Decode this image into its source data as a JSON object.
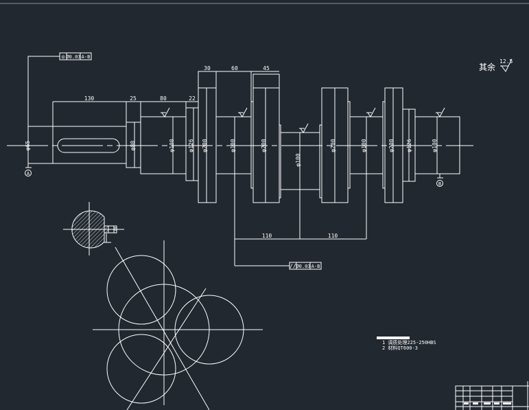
{
  "drawing": {
    "top_fcf": {
      "symbol": "◎",
      "tolerance": "Ø0.03",
      "datum": "A-B"
    },
    "bottom_fcf": {
      "symbol": "//",
      "tolerance": "Ø0.03",
      "datum": "A-B"
    },
    "length_dims": [
      "130",
      "25",
      "80",
      "22",
      "30",
      "60",
      "45"
    ],
    "pin_dims": [
      "110",
      "110"
    ],
    "diameters": [
      "φ65",
      "φ80",
      "φ100",
      "φ126",
      "φ200",
      "φ100",
      "φ200",
      "φ100",
      "φ200",
      "φ100",
      "φ200",
      "φ126",
      "φ100"
    ],
    "datum_a": "A",
    "datum_b": "B",
    "section_dim": "19",
    "rest_roughness_label": "其余",
    "rest_roughness_value": "12.5",
    "notes": [
      "1 调质处理225-250HBS",
      "2 材料QT600-3"
    ]
  },
  "colors": {
    "background": "#212830",
    "line": "#ffffff"
  }
}
